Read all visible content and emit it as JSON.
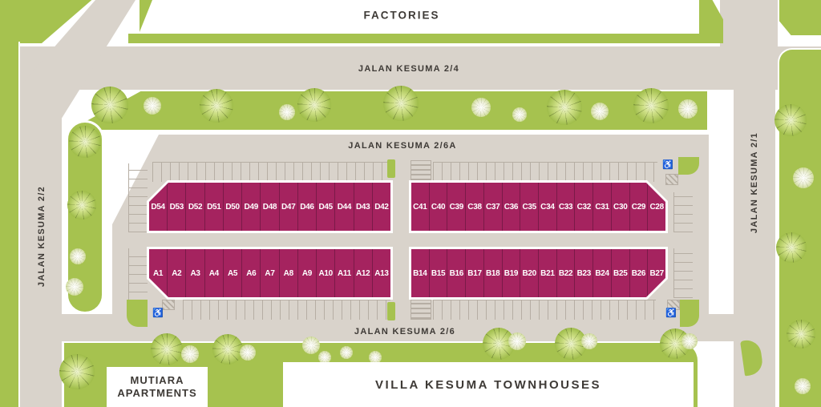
{
  "map": {
    "factories_label": "FACTORIES",
    "roads": {
      "kesuma_2_4": "JALAN KESUMA 2/4",
      "kesuma_2_6a": "JALAN KESUMA 2/6A",
      "kesuma_2_6": "JALAN KESUMA 2/6",
      "kesuma_2_2": "JALAN KESUMA 2/2",
      "kesuma_2_1": "JALAN KESUMA 2/1"
    },
    "landmarks": {
      "mutiara_line1": "MUTIARA",
      "mutiara_line2": "APARTMENTS",
      "villa": "VILLA KESUMA TOWNHOUSES"
    },
    "icons": {
      "accessible_parking": "♿"
    },
    "blocks": [
      {
        "id": "row-d",
        "units": [
          "D54",
          "D53",
          "D52",
          "D51",
          "D50",
          "D49",
          "D48",
          "D47",
          "D46",
          "D45",
          "D44",
          "D43",
          "D42"
        ]
      },
      {
        "id": "row-c",
        "units": [
          "C41",
          "C40",
          "C39",
          "C38",
          "C37",
          "C36",
          "C35",
          "C34",
          "C33",
          "C32",
          "C31",
          "C30",
          "C29",
          "C28"
        ]
      },
      {
        "id": "row-a",
        "units": [
          "A1",
          "A2",
          "A3",
          "A4",
          "A5",
          "A6",
          "A7",
          "A8",
          "A9",
          "A10",
          "A11",
          "A12",
          "A13"
        ]
      },
      {
        "id": "row-b",
        "units": [
          "B14",
          "B15",
          "B16",
          "B17",
          "B18",
          "B19",
          "B20",
          "B21",
          "B22",
          "B23",
          "B24",
          "B25",
          "B26",
          "B27"
        ]
      }
    ],
    "colors": {
      "building": "#a5235f",
      "green": "#a6c24f",
      "road": "#d9d3cb",
      "text": "#3e3a36"
    },
    "trees": [
      [
        137,
        131,
        46,
        "g"
      ],
      [
        190,
        132,
        22,
        "l"
      ],
      [
        270,
        132,
        42,
        "g"
      ],
      [
        358,
        140,
        20,
        "l"
      ],
      [
        392,
        131,
        42,
        "g"
      ],
      [
        500,
        129,
        44,
        "g"
      ],
      [
        600,
        134,
        24,
        "l"
      ],
      [
        648,
        143,
        18,
        "l"
      ],
      [
        704,
        134,
        44,
        "g"
      ],
      [
        748,
        139,
        22,
        "l"
      ],
      [
        812,
        132,
        44,
        "g"
      ],
      [
        858,
        136,
        24,
        "l"
      ],
      [
        106,
        177,
        40,
        "g"
      ],
      [
        102,
        256,
        36,
        "g"
      ],
      [
        97,
        320,
        20,
        "l"
      ],
      [
        93,
        358,
        22,
        "l"
      ],
      [
        986,
        150,
        40,
        "g"
      ],
      [
        1002,
        222,
        26,
        "l"
      ],
      [
        987,
        309,
        38,
        "g"
      ],
      [
        999,
        417,
        36,
        "g"
      ],
      [
        1001,
        482,
        20,
        "l"
      ],
      [
        96,
        464,
        44,
        "g"
      ],
      [
        208,
        436,
        40,
        "g"
      ],
      [
        237,
        442,
        22,
        "l"
      ],
      [
        284,
        436,
        38,
        "g"
      ],
      [
        309,
        440,
        20,
        "l"
      ],
      [
        388,
        431,
        22,
        "l"
      ],
      [
        405,
        446,
        16,
        "l"
      ],
      [
        432,
        440,
        16,
        "l"
      ],
      [
        468,
        446,
        16,
        "l"
      ],
      [
        622,
        429,
        40,
        "g"
      ],
      [
        645,
        426,
        22,
        "l"
      ],
      [
        712,
        429,
        40,
        "g"
      ],
      [
        735,
        426,
        20,
        "l"
      ],
      [
        842,
        429,
        38,
        "g"
      ],
      [
        860,
        426,
        20,
        "l"
      ]
    ]
  }
}
